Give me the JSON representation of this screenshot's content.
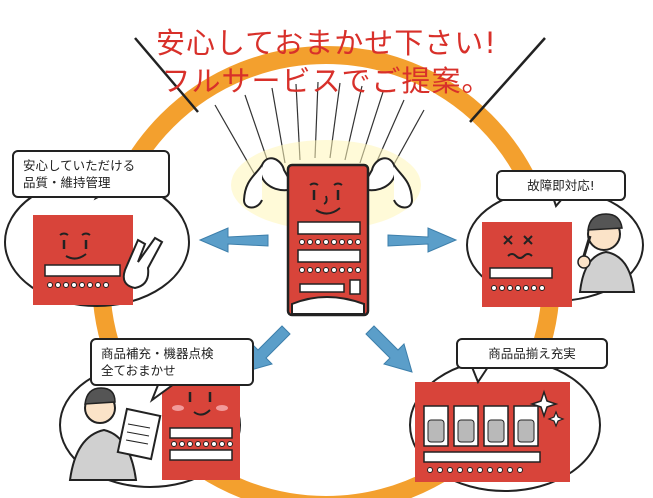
{
  "title": {
    "line1": "安心しておまかせ下さい!",
    "line2": "フルサービスでご提案。"
  },
  "bubbles": {
    "quality": {
      "line1": "安心していただける",
      "line2": "品質・維持管理"
    },
    "repair": {
      "line1": "故障即対応!"
    },
    "service": {
      "line1": "商品補充・機器点検",
      "line2": "全ておまかせ"
    },
    "stock": {
      "line1": "商品品揃え充実"
    }
  },
  "colors": {
    "ring": "#f3a02e",
    "machine": "#d8443a",
    "arrow": "#5b9ec9",
    "title": "#d8302a"
  }
}
